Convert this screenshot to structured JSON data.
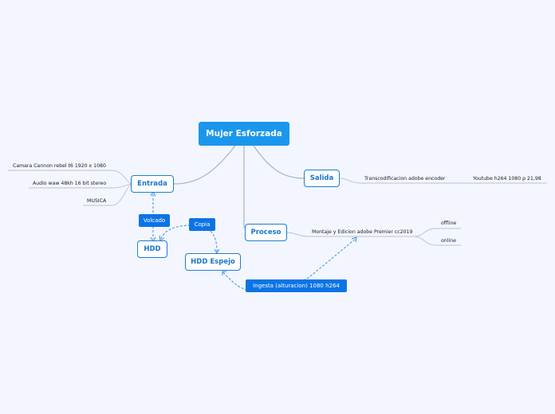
{
  "central": {
    "label": "Mujer Esforzada"
  },
  "main": {
    "entrada": "Entrada",
    "salida": "Salida",
    "proceso": "Proceso",
    "hdd": "HDD",
    "hdd_espejo": "HDD Espejo"
  },
  "relations": {
    "volcado": "Volcado",
    "copia": "Copia",
    "ingesta": "Ingesta (alturacion) 1080 h264"
  },
  "entrada_items": [
    "Camara Cannon rebel t6 1920 x 1080",
    "Audio waw 48kh 16 bit stereo",
    "MUSICA"
  ],
  "salida_items": {
    "transcod": "Transcodificacion adobe encoder",
    "youtube": "Youtube h264 1080 p 21,98"
  },
  "proceso_items": {
    "montaje": "Montaje y Edicion adobe Premier cc2019",
    "offline": "offline",
    "online": "online"
  },
  "colors": {
    "background": "#f3f6fe",
    "central": "#1a97ec",
    "accent": "#1a7fd6",
    "connector": "#a9b4c6",
    "dashed": "#3b8fe0"
  }
}
